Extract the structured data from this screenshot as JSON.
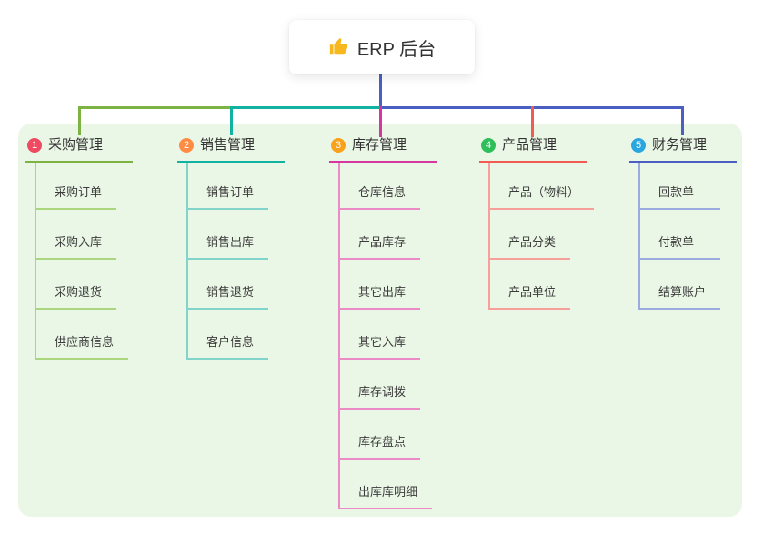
{
  "root": {
    "title": "ERP 后台",
    "icon": "thumbs-up-icon"
  },
  "colors": {
    "panel_background": "#ebf7e6",
    "root_connector": "#4a5fc1",
    "branch_purchase": "#7cb342",
    "branch_sales": "#12b2a2",
    "branch_inventory": "#d6369f",
    "branch_product": "#f15b54",
    "branch_finance": "#4a5fc1",
    "badge_1": "#ee4a62",
    "badge_2": "#ff8c42",
    "badge_3": "#f9a11b",
    "badge_4": "#2fbf5a",
    "badge_5": "#29a6e0"
  },
  "branches": [
    {
      "badge": "1",
      "title": "采购管理",
      "color": "#7cb342",
      "children": [
        "采购订单",
        "采购入库",
        "采购退货",
        "供应商信息"
      ]
    },
    {
      "badge": "2",
      "title": "销售管理",
      "color": "#12b2a2",
      "children": [
        "销售订单",
        "销售出库",
        "销售退货",
        "客户信息"
      ]
    },
    {
      "badge": "3",
      "title": "库存管理",
      "color": "#d6369f",
      "children": [
        "仓库信息",
        "产品库存",
        "其它出库",
        "其它入库",
        "库存调拨",
        "库存盘点",
        "出库库明细"
      ]
    },
    {
      "badge": "4",
      "title": "产品管理",
      "color": "#f15b54",
      "children": [
        "产品（物料）",
        "产品分类",
        "产品单位"
      ]
    },
    {
      "badge": "5",
      "title": "财务管理",
      "color": "#4a5fc1",
      "children": [
        "回款单",
        "付款单",
        "结算账户"
      ]
    }
  ]
}
